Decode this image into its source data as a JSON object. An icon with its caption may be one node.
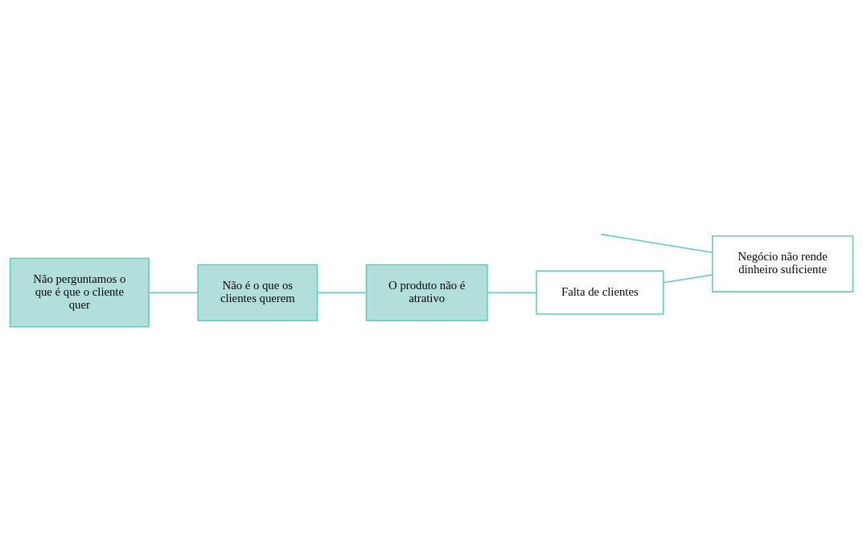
{
  "diagram": {
    "nodes": [
      {
        "text": [
          "Falta de clientes"
        ]
      },
      {
        "text": [
          "O produto não é atrativo"
        ]
      },
      {
        "text": [
          "Não é o que os clientes querem"
        ]
      },
      {
        "text": [
          "Não perguntamos o que é que o cliente quer"
        ]
      },
      {
        "text": [
          "Negócio não rende dinheiro suficiente"
        ]
      }
    ],
    "edges": [
      {
        "from": null,
        "to": 4,
        "arrow": "none"
      },
      {
        "from": 0,
        "to": 4,
        "arrow": "none"
      },
      {
        "from": 1,
        "to": 0,
        "arrow": "none"
      },
      {
        "from": 2,
        "to": 1,
        "arrow": "none"
      },
      {
        "from": 3,
        "to": 2,
        "arrow": "none"
      }
    ]
  }
}
